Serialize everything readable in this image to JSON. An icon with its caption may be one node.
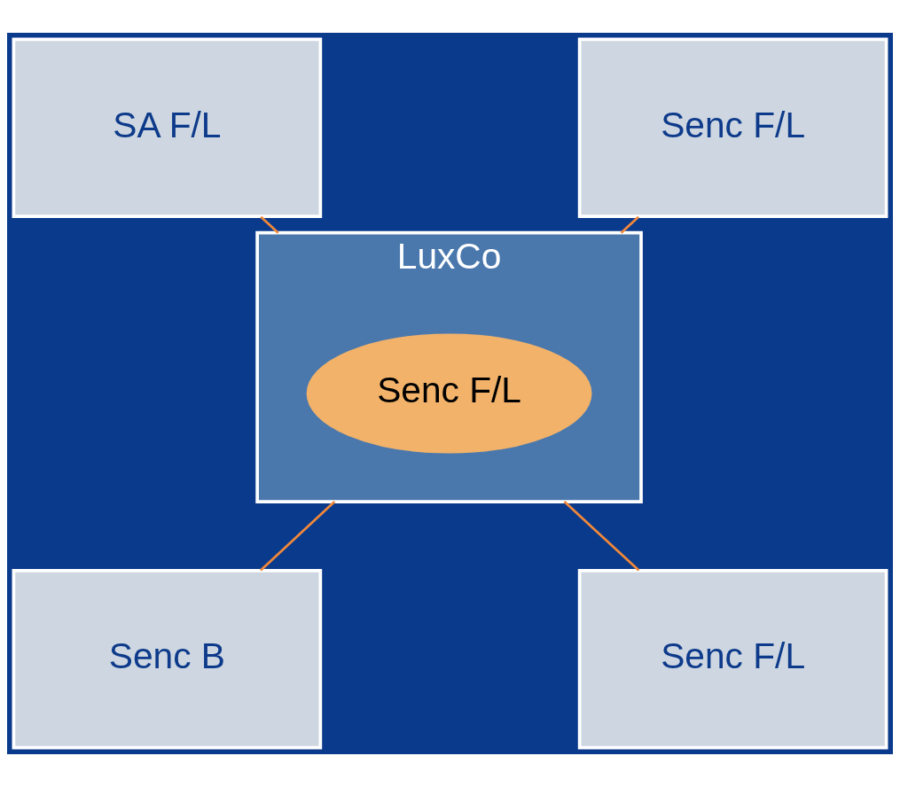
{
  "diagram": {
    "nodes": [
      {
        "text": [
          "SA F/L"
        ]
      },
      {
        "text": [
          "Senc F/L"
        ]
      },
      {
        "text": [
          "LuxCo"
        ]
      },
      {
        "text": [
          "Senc F/L"
        ],
        "in": 2
      },
      {
        "text": [
          "Senc B"
        ]
      },
      {
        "text": [
          "Senc F/L"
        ]
      }
    ],
    "edges": [
      {
        "from": 0,
        "to": 2,
        "arrow": "none"
      },
      {
        "from": 1,
        "to": 2,
        "arrow": "none"
      },
      {
        "from": 2,
        "to": 4,
        "arrow": "none"
      },
      {
        "from": 2,
        "to": 5,
        "arrow": "none"
      }
    ]
  }
}
